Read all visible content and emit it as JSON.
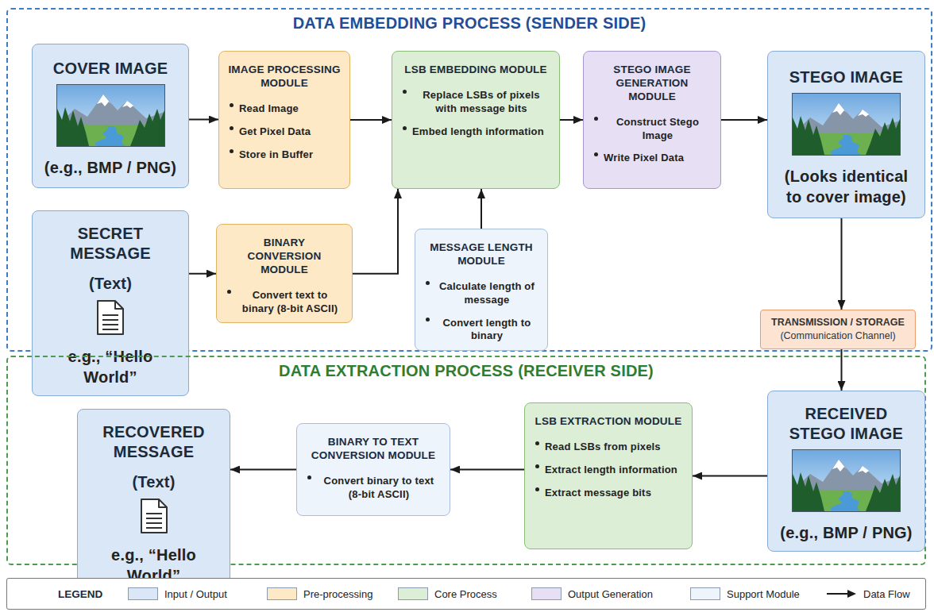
{
  "diagram": {
    "nodes": [
      {
        "text": [
          "DATA EMBEDDING PROCESS (SENDER SIDE)"
        ]
      },
      {
        "text": [
          "COVER IMAGE",
          "(e.g., BMP / PNG)"
        ],
        "in": 0
      },
      {
        "text": [
          "IMAGE PROCESSING MODULE",
          "Read Image",
          "Get Pixel Data",
          "Store in Buffer"
        ],
        "in": 0
      },
      {
        "text": [
          "LSB EMBEDDING MODULE",
          "Replace LSBs of pixels with message bits",
          "Embed length information"
        ],
        "in": 0
      },
      {
        "text": [
          "STEGO IMAGE GENERATION MODULE",
          "Construct Stego Image",
          "Write Pixel Data"
        ],
        "in": 0
      },
      {
        "text": [
          "STEGO IMAGE",
          "(Looks identical to cover image)"
        ],
        "in": 0
      },
      {
        "text": [
          "SECRET MESSAGE",
          "(Text)",
          "e.g., “Hello World”"
        ],
        "in": 0
      },
      {
        "text": [
          "BINARY CONVERSION MODULE",
          "Convert text to binary (8-bit ASCII)"
        ],
        "in": 0
      },
      {
        "text": [
          "MESSAGE LENGTH MODULE",
          "Calculate length of message",
          "Convert length to binary"
        ],
        "in": 0
      },
      {
        "text": [
          "TRANSMISSION / STORAGE",
          "(Communication Channel)"
        ]
      },
      {
        "text": [
          "DATA EXTRACTION PROCESS (RECEIVER SIDE)"
        ]
      },
      {
        "text": [
          "RECOVERED MESSAGE",
          "(Text)",
          "e.g., “Hello World”"
        ],
        "in": 10
      },
      {
        "text": [
          "BINARY TO TEXT CONVERSION MODULE",
          "Convert binary to text (8-bit ASCII)"
        ],
        "in": 10
      },
      {
        "text": [
          "LSB EXTRACTION MODULE",
          "Read LSBs from pixels",
          "Extract length information",
          "Extract message bits"
        ],
        "in": 10
      },
      {
        "text": [
          "RECEIVED STEGO IMAGE",
          "(e.g., BMP / PNG)"
        ],
        "in": 10
      }
    ],
    "edges": [
      {
        "from": 1,
        "to": 2,
        "arrow": "to"
      },
      {
        "from": 2,
        "to": 3,
        "arrow": "to"
      },
      {
        "from": 3,
        "to": 4,
        "arrow": "to"
      },
      {
        "from": 4,
        "to": 5,
        "arrow": "to"
      },
      {
        "from": 6,
        "to": 7,
        "arrow": "to"
      },
      {
        "from": 7,
        "to": 3,
        "arrow": "to"
      },
      {
        "from": 8,
        "to": 3,
        "arrow": "to"
      },
      {
        "from": 5,
        "to": 9,
        "arrow": "to"
      },
      {
        "from": 9,
        "to": 14,
        "arrow": "to"
      },
      {
        "from": 14,
        "to": 13,
        "arrow": "to"
      },
      {
        "from": 13,
        "to": 12,
        "arrow": "to"
      },
      {
        "from": 12,
        "to": 11,
        "arrow": "to"
      }
    ],
    "labels": [
      "LEGEND"
    ],
    "legend": [
      {
        "text": "Input / Output",
        "color": "#dae7f6"
      },
      {
        "text": "Pre-processing",
        "color": "#fde9c5"
      },
      {
        "text": "Core Process",
        "color": "#dcefd6"
      },
      {
        "text": "Output Generation",
        "color": "#e7dff3"
      },
      {
        "text": "Support Module",
        "color": "#eef4fb"
      },
      {
        "text": "Data Flow"
      }
    ]
  }
}
